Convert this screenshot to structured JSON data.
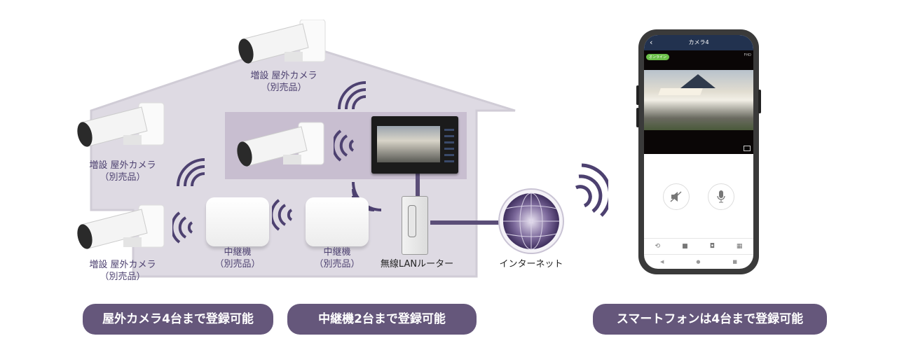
{
  "house": {
    "fill": "#dedae3",
    "inner_room_fill": "#c8bed0",
    "accent": "#4d4170"
  },
  "cameras": [
    {
      "label_line1": "増設 屋外カメラ",
      "label_line2": "（別売品）",
      "position": "roof"
    },
    {
      "label_line1": "増設 屋外カメラ",
      "label_line2": "（別売品）",
      "position": "left-upper"
    },
    {
      "label_line1": "増設 屋外カメラ",
      "label_line2": "（別売品）",
      "position": "left-lower"
    }
  ],
  "repeaters": [
    {
      "label_line1": "中継機",
      "label_line2": "（別売品）"
    },
    {
      "label_line1": "中継機",
      "label_line2": "（別売品）"
    }
  ],
  "router": {
    "label": "無線LANルーター"
  },
  "internet": {
    "label": "インターネット"
  },
  "phone": {
    "title": "カメラ4",
    "back_icon": "chevron-left-icon",
    "status_badge": "オンライン",
    "quality": "FHD",
    "controls": [
      "speaker-mute-icon",
      "microphone-icon"
    ],
    "toolbar": [
      "playback-icon",
      "video-record-icon",
      "camera-snapshot-icon",
      "sd-card-icon"
    ],
    "navbar": [
      "back-triangle-icon",
      "home-circle-icon",
      "recents-square-icon"
    ]
  },
  "pills": {
    "cameras": "屋外カメラ4台まで登録可能",
    "repeaters": "中継機2台まで登録可能",
    "smartphones": "スマートフォンは4台まで登録可能"
  },
  "colors": {
    "pill_bg": "#65577b",
    "wave": "#4d4170",
    "online_green": "#6cc04a",
    "phone_header": "#22324f"
  }
}
